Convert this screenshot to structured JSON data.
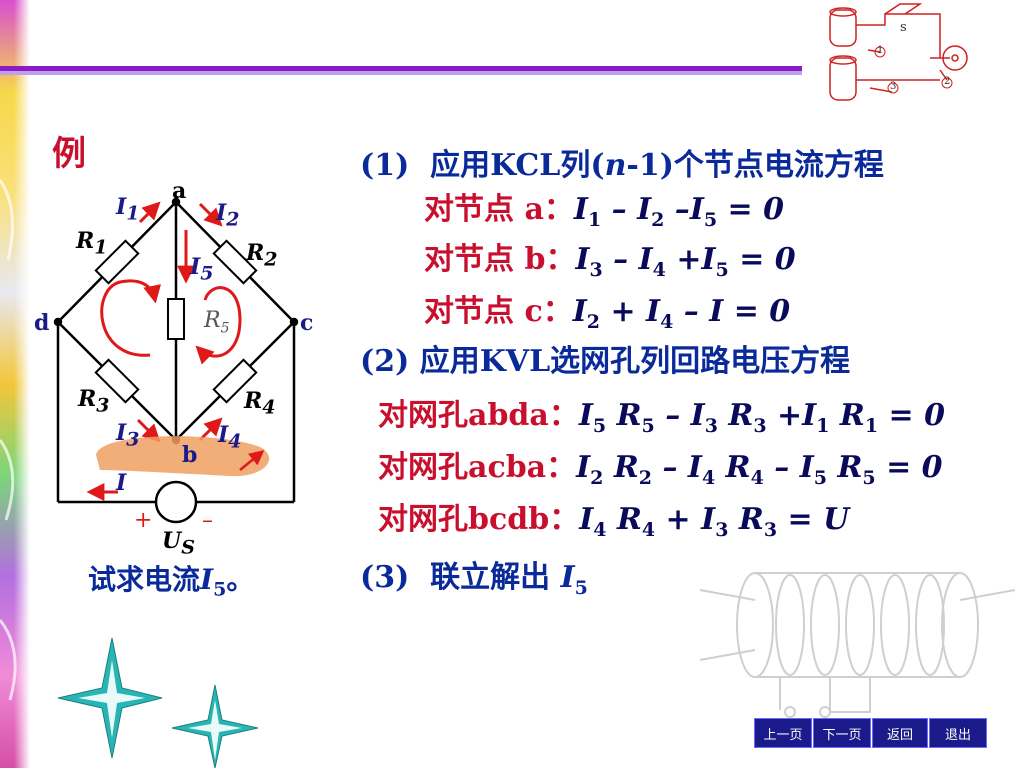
{
  "example_label": "例",
  "question": {
    "prefix": "试求电流",
    "var": "I",
    "sub": "5",
    "suffix": "。"
  },
  "circuit": {
    "nodes": {
      "a": "a",
      "b": "b",
      "c": "c",
      "d": "d"
    },
    "resistors": {
      "r1": {
        "sym": "R",
        "sub": "1"
      },
      "r2": {
        "sym": "R",
        "sub": "2"
      },
      "r3": {
        "sym": "R",
        "sub": "3"
      },
      "r4": {
        "sym": "R",
        "sub": "4"
      },
      "r5": {
        "sym": "R",
        "sub": "5"
      }
    },
    "currents": {
      "i1": {
        "sym": "I",
        "sub": "1"
      },
      "i2": {
        "sym": "I",
        "sub": "2"
      },
      "i3": {
        "sym": "I",
        "sub": "3"
      },
      "i4": {
        "sym": "I",
        "sub": "4"
      },
      "i5": {
        "sym": "I",
        "sub": "5"
      },
      "i": {
        "sym": "I"
      }
    },
    "source": {
      "sym": "U",
      "sub": "S",
      "plus": "+",
      "minus": "–"
    }
  },
  "step1": {
    "heading": {
      "num": "(1)",
      "pre": "应用KCL列(",
      "n": "n",
      "post": "-1)个节点电流方程"
    },
    "eqs": [
      {
        "label_pre": "对节点 ",
        "label_em": "a",
        "colon": "：",
        "eq": [
          [
            "I",
            "1"
          ],
          [
            " – "
          ],
          [
            "I",
            "2"
          ],
          [
            " –"
          ],
          [
            "I",
            "5"
          ],
          [
            " = 0"
          ]
        ]
      },
      {
        "label_pre": "对节点 ",
        "label_em": "b",
        "colon": "：",
        "eq": [
          [
            "I",
            "3"
          ],
          [
            " – "
          ],
          [
            "I",
            "4"
          ],
          [
            " +"
          ],
          [
            "I",
            "5"
          ],
          [
            " = 0"
          ]
        ]
      },
      {
        "label_pre": "对节点 ",
        "label_em": "c",
        "colon": "：",
        "eq": [
          [
            "I",
            "2"
          ],
          [
            " + "
          ],
          [
            "I",
            "4"
          ],
          [
            " – "
          ],
          [
            "I"
          ],
          [
            " = 0"
          ]
        ]
      }
    ]
  },
  "step2": {
    "heading": {
      "num": "(2)",
      "text": "应用KVL选网孔列回路电压方程"
    },
    "eqs": [
      {
        "label_pre": "对网孔",
        "label_em": "abda",
        "colon": "：",
        "eq": [
          [
            "I",
            "5"
          ],
          [
            " "
          ],
          [
            "R",
            "5"
          ],
          [
            " – "
          ],
          [
            "I",
            "3"
          ],
          [
            " "
          ],
          [
            "R",
            "3"
          ],
          [
            " +"
          ],
          [
            "I",
            "1"
          ],
          [
            " "
          ],
          [
            "R",
            "1"
          ],
          [
            " = 0"
          ]
        ]
      },
      {
        "label_pre": "对网孔",
        "label_em": "acba",
        "colon": "：",
        "eq": [
          [
            "I",
            "2"
          ],
          [
            " "
          ],
          [
            "R",
            "2"
          ],
          [
            " – "
          ],
          [
            "I",
            "4"
          ],
          [
            " "
          ],
          [
            "R",
            "4"
          ],
          [
            " – "
          ],
          [
            "I",
            "5"
          ],
          [
            " "
          ],
          [
            "R",
            "5"
          ],
          [
            " = 0"
          ]
        ]
      },
      {
        "label_pre": "对网孔",
        "label_em": "bcdb",
        "colon": "：",
        "eq": [
          [
            "I",
            "4"
          ],
          [
            " "
          ],
          [
            "R",
            "4"
          ],
          [
            " + "
          ],
          [
            "I",
            "3"
          ],
          [
            " "
          ],
          [
            "R",
            "3"
          ],
          [
            " = "
          ],
          [
            "U"
          ]
        ]
      }
    ]
  },
  "step3": {
    "num": "(3)",
    "text": "联立解出 ",
    "var": "I",
    "sub": "5"
  },
  "deco_labels": {
    "s": "s",
    "n1": "1",
    "n2": "2",
    "n3": "3"
  },
  "nav": {
    "prev": "上一页",
    "next": "下一页",
    "back": "返回",
    "exit": "退出"
  },
  "colors": {
    "heading": "#0a2a9a",
    "label": "#c8102e",
    "equation": "#0a0a5a",
    "accent_bar": "#8a1cc8",
    "nav_bg": "#1a1a8a"
  }
}
